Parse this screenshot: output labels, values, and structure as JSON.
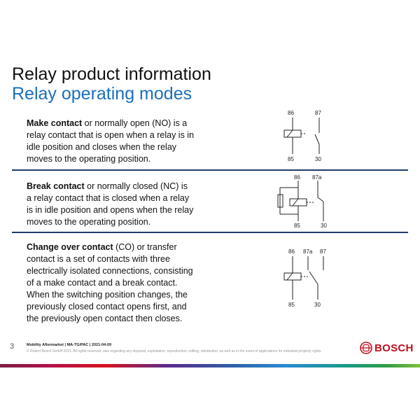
{
  "slide": {
    "title": "Relay product information",
    "subtitle": "Relay operating modes",
    "page_number": "3"
  },
  "sections": [
    {
      "term": "Make contact",
      "text": " or normally open (NO) is a relay contact that is open when a relay is in idle position and closes when the relay moves to the operating position."
    },
    {
      "term": "Break contact",
      "text": " or normally closed (NC) is a relay contact that is closed when a relay is in idle position and opens when the relay moves to the operating position."
    },
    {
      "term": "Change over contact",
      "text": " (CO) or transfer contact is a set of contacts with three electrically isolated connections, consisting of a make contact and a break contact. When the switching position changes, the previously closed contact opens first, and the previously open contact then closes."
    }
  ],
  "diagrams": {
    "make": {
      "t1": "86",
      "t2": "87",
      "b1": "85",
      "b2": "30"
    },
    "break": {
      "t1": "86",
      "t2": "87a",
      "b1": "85",
      "b2": "30"
    },
    "changeover": {
      "t1": "86",
      "t2": "87a",
      "t3": "87",
      "b1": "85",
      "b2": "30"
    }
  },
  "footer": {
    "main": "Mobility Aftermarket | MA-TG/PAC | 2021-04-09",
    "copyright": "© Robert Bosch GmbH 2021. All rights reserved, also regarding any disposal, exploitation, reproduction, editing, distribution, as well as in the event of applications for industrial property rights."
  },
  "brand": {
    "name": "BOSCH",
    "color": "#c00f1e"
  },
  "colors": {
    "accent": "#1a6fbd",
    "divider": "#1f3d6b"
  }
}
